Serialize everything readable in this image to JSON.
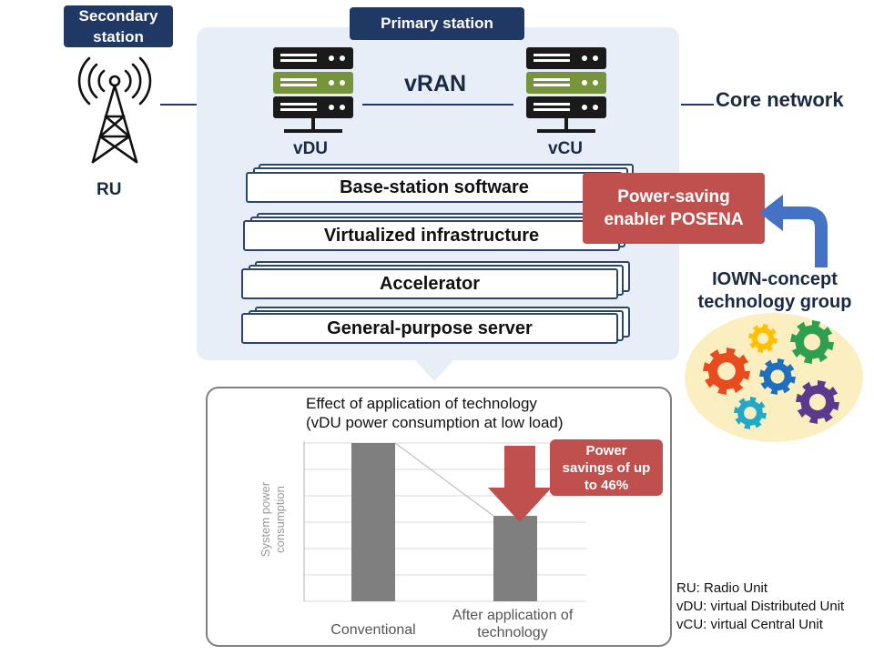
{
  "secondary_station": {
    "label_line1": "Secondary",
    "label_line2": "station",
    "ru_label": "RU"
  },
  "primary_station": {
    "label": "Primary station",
    "vran_label": "vRAN",
    "vdu_label": "vDU",
    "vcu_label": "vCU",
    "layers": [
      "Base-station software",
      "Virtualized infrastructure",
      "Accelerator",
      "General-purpose server"
    ]
  },
  "core_network_label": "Core network",
  "posena": {
    "line1": "Power-saving",
    "line2": "enabler POSENA"
  },
  "iown": {
    "line1": "IOWN-concept",
    "line2": "technology group"
  },
  "colors": {
    "navy": "#1f3864",
    "panel": "#e7eef7",
    "red": "#c0504d",
    "server_green": "#77933c",
    "bar_gray": "#7f7f7f",
    "arrow_blue": "#4472c4",
    "gear_colors": [
      "#ffc000",
      "#2e9e4f",
      "#e84c1e",
      "#1f6fbf",
      "#22a9c9",
      "#5b3a8e"
    ]
  },
  "icons": [
    "antenna-tower-icon",
    "server-icon",
    "gear-icon",
    "arrow-up-left-icon",
    "arrow-down-icon"
  ],
  "chart_data": {
    "type": "bar",
    "title_line1": "Effect of application of technology",
    "title_line2": "(vDU power consumption at low load)",
    "categories": [
      "Conventional",
      "After application of technology"
    ],
    "category_labels": [
      [
        "Conventional"
      ],
      [
        "After application of",
        "technology"
      ]
    ],
    "values": [
      100,
      54
    ],
    "ylabel_line1": "System power",
    "ylabel_line2": "consumption",
    "ylim": [
      0,
      100
    ],
    "grid": true,
    "annotation": {
      "line1": "Power",
      "line2": "savings of up",
      "line3": "to 46%"
    }
  },
  "legend": [
    "RU: Radio Unit",
    "vDU: virtual Distributed Unit",
    "vCU: virtual Central Unit"
  ]
}
